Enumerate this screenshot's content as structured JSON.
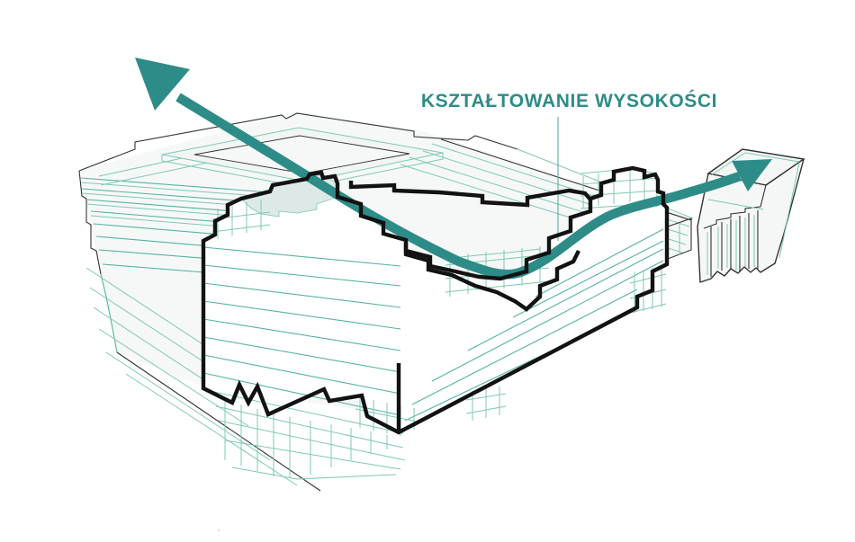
{
  "diagram": {
    "title": "KSZTAŁTOWANIE WYSOKOŚCI",
    "colors": {
      "accent_teal": "#2e8c88",
      "wireframe_teal": "#7fc8b6",
      "wireframe_teal_dark": "#55b3a1",
      "outline_black": "#121212",
      "roof_highlight_fill": "#dce9e6",
      "building_face_fill": "#ffffff",
      "context_face_fill": "#f6f8f7",
      "page_background": "#ffffff"
    },
    "icons": {
      "arrow_left_head": "arrowhead-up-left-icon",
      "arrow_right_head": "arrowhead-up-right-icon"
    },
    "parts": {
      "context_building": "context-building-wireframe",
      "main_massing": "main-massing-outline",
      "side_block": "side-building-block",
      "height_arrow": "height-shaping-arrow",
      "leader": "title-leader-line"
    }
  }
}
